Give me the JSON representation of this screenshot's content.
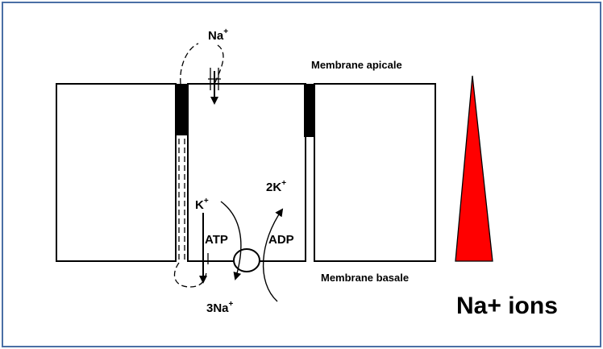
{
  "labels": {
    "na_top": "Na",
    "na_top_sup": "+",
    "membrane_apical": "Membrane apicale",
    "membrane_basal": "Membrane basale",
    "k_ion": "K",
    "k_ion_sup": "+",
    "two_k": "2K",
    "two_k_sup": "+",
    "atp": "ATP",
    "adp": "ADP",
    "three_na": "3Na",
    "three_na_sup": "+",
    "na_ions": "Na+ ions"
  },
  "colors": {
    "frame_border": "#4a6fa5",
    "stroke": "#000000",
    "tight_junction": "#000000",
    "gradient_fill": "#ff0000"
  }
}
